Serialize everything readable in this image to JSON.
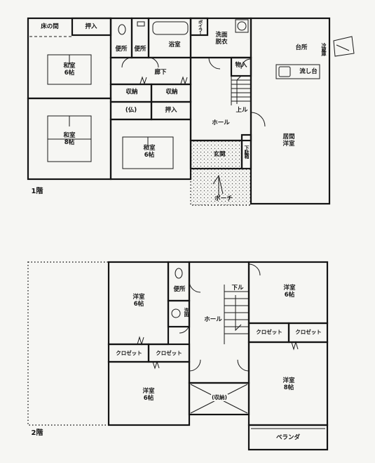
{
  "floor1": {
    "floor_label": "1階",
    "tokonoma": "床の間",
    "oshiire_north": "押入",
    "washitsu_north": {
      "name": "和室",
      "size": "6帖"
    },
    "washitsu_west": {
      "name": "和室",
      "size": "8帖"
    },
    "toilet_a": "便所",
    "toilet_b": "便所",
    "bath": "浴室",
    "boiler": "ボイラー",
    "dressing": {
      "line1": "洗面",
      "line2": "脱衣"
    },
    "kitchen": "台所",
    "fridge": "冷蔵庫",
    "closet_hall": "物入",
    "sink_counter": "流し台",
    "corridor": "廊下",
    "storage_a": "収納",
    "storage_b": "収納",
    "butsudan": "(仏)",
    "oshiire_middle": "押入",
    "stairs_up": "上ル",
    "hall": "ホール",
    "living": {
      "line1": "居間",
      "line2": "洋室"
    },
    "washitsu_south": {
      "name": "和室",
      "size": "6帖"
    },
    "entrance": "玄関",
    "shoe_cabinet": "下駄箱",
    "porch": "ポーチ"
  },
  "floor2": {
    "floor_label": "2階",
    "toilet": "便所",
    "washroom": "洗面",
    "youshitsu_nw": {
      "name": "洋室",
      "size": "6帖"
    },
    "stairs_down": "下ル",
    "hall": "ホール",
    "youshitsu_ne": {
      "name": "洋室",
      "size": "6帖"
    },
    "closet_ne_a": "クロゼット",
    "closet_ne_b": "クロゼット",
    "closet_w_a": "クロゼット",
    "closet_w_b": "クロゼット",
    "youshitsu_sw": {
      "name": "洋室",
      "size": "6帖"
    },
    "storage": "(収納)",
    "youshitsu_se": {
      "name": "洋室",
      "size": "8帖"
    },
    "veranda": "ベランダ"
  }
}
